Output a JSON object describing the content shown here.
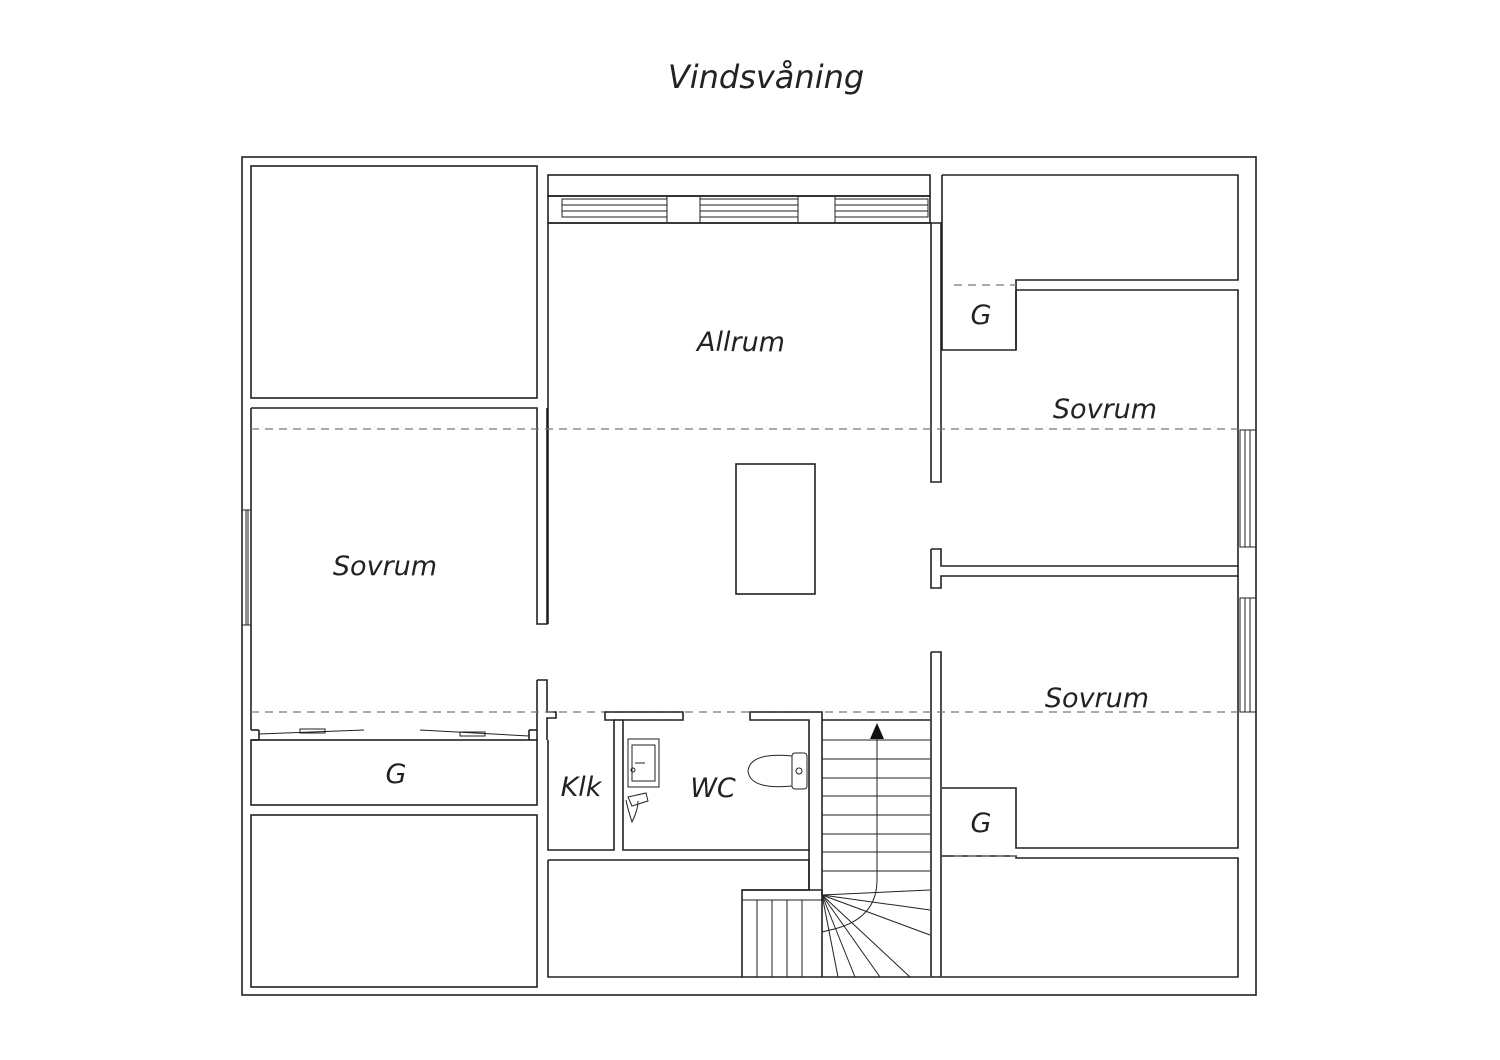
{
  "plan": {
    "title": "Vindsvåning",
    "rooms": {
      "allrum": "Allrum",
      "sovrum_west": "Sovrum",
      "sovrum_east_upper": "Sovrum",
      "sovrum_east_lower": "Sovrum",
      "klk": "Klk",
      "wc": "WC",
      "g_west": "G",
      "g_east_upper": "G",
      "g_east_lower": "G"
    }
  }
}
